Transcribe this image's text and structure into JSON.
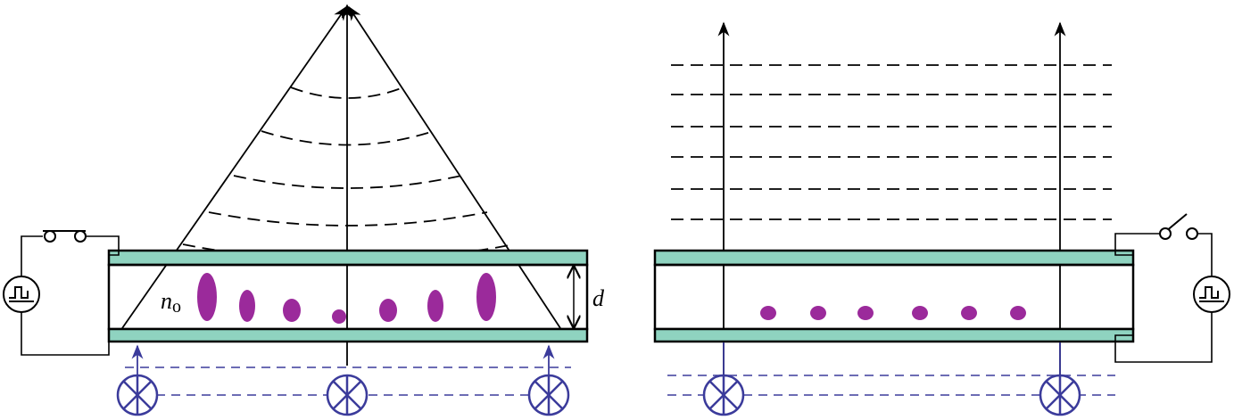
{
  "labels": {
    "n_symbol": "n",
    "n_subscript": "o",
    "thickness": "d"
  },
  "colors": {
    "plate": "#8fd3c0",
    "molecule": "#9b2a9b",
    "light_source": "#3b3b9b",
    "stroke": "#000000"
  },
  "switches": {
    "left": "closed",
    "right": "open"
  },
  "icons": {
    "power_source": "pulse-source-icon",
    "light_source": "light-source-icon",
    "switch": "switch-icon"
  }
}
